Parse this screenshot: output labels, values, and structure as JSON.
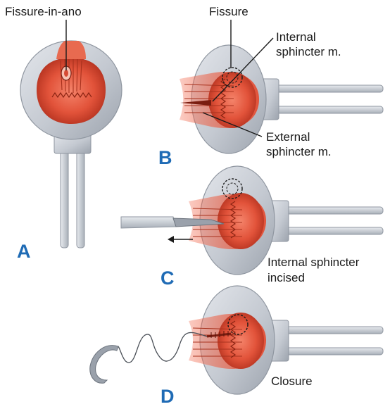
{
  "labels": {
    "fissure_in_ano": "Fissure-in-ano",
    "fissure": "Fissure",
    "internal_sphincter_l1": "Internal",
    "internal_sphincter_l2": "sphincter m.",
    "external_sphincter_l1": "External",
    "external_sphincter_l2": "sphincter m.",
    "incised_l1": "Internal sphincter",
    "incised_l2": "incised",
    "closure": "Closure"
  },
  "panels": {
    "a": "A",
    "b": "B",
    "c": "C",
    "d": "D"
  },
  "colors": {
    "retractor": "#c9ced6",
    "retractor_dark": "#9aa1ab",
    "tissue": "#e2533a",
    "tissue_dark": "#b4321f",
    "tissue_light": "#f08a6e",
    "panel_label": "#1f6bb5",
    "leader": "#1a1a1a"
  }
}
